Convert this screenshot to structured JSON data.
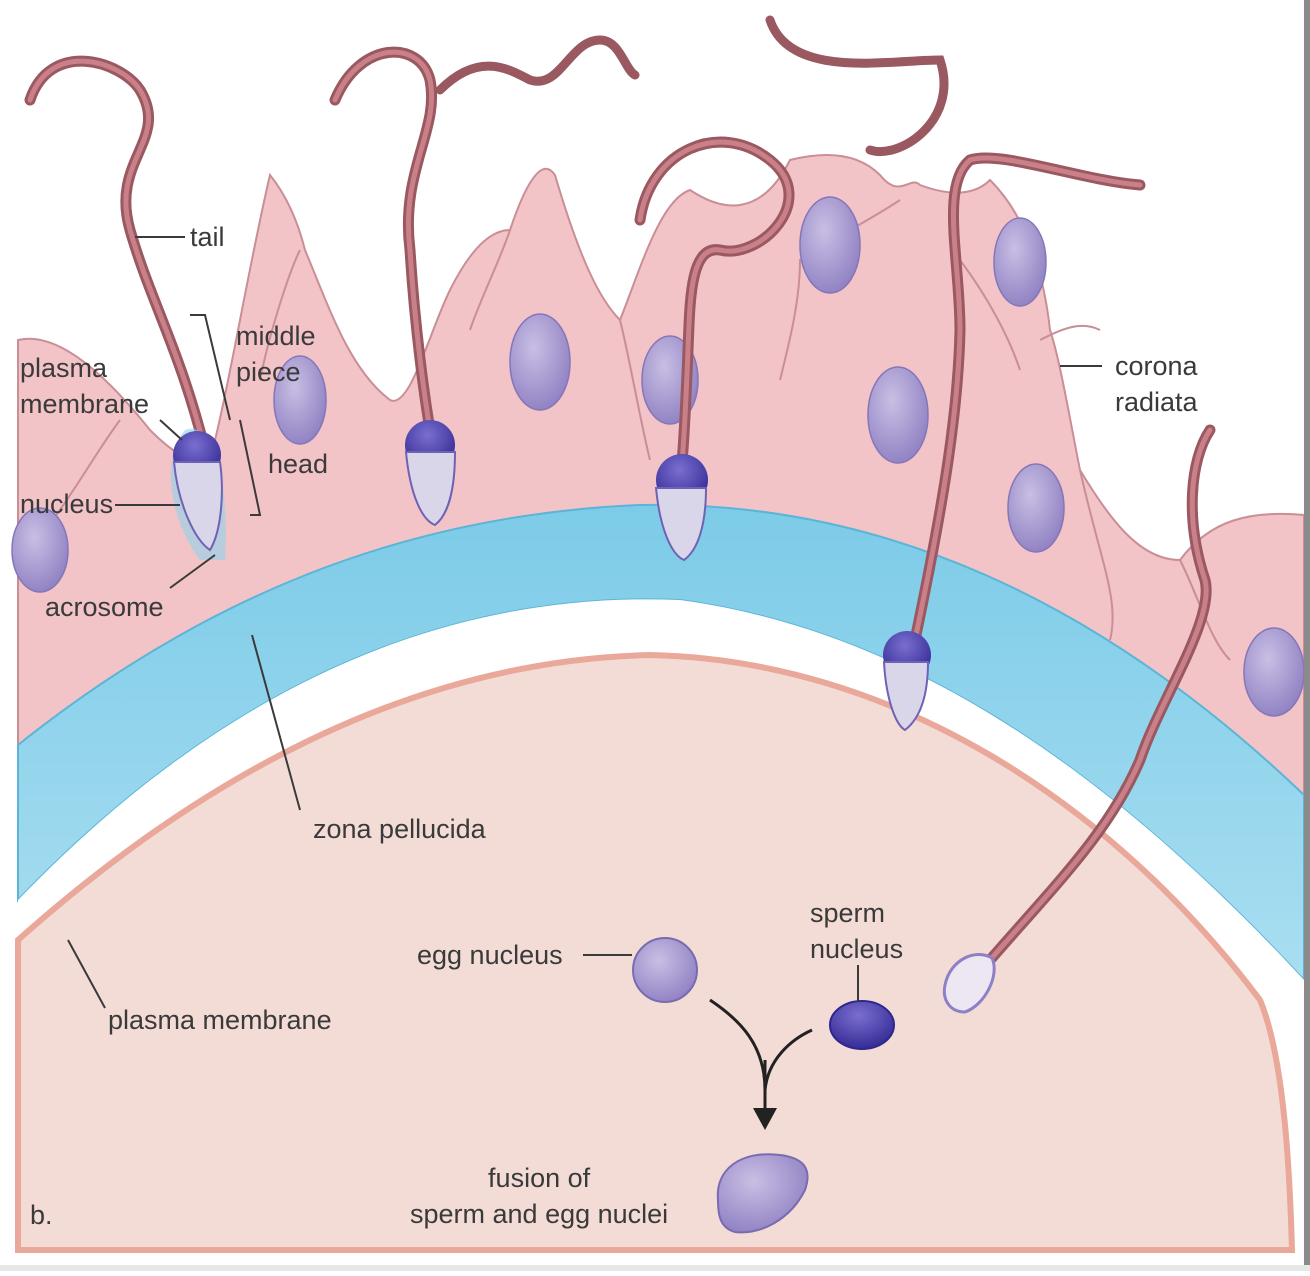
{
  "labels": {
    "tail": "tail",
    "middle_piece": "middle\npiece",
    "plasma_membrane_sperm": "plasma\nmembrane",
    "head": "head",
    "nucleus": "nucleus",
    "acrosome": "acrosome",
    "corona_radiata": "corona\nradiata",
    "zona_pellucida": "zona pellucida",
    "plasma_membrane_egg": "plasma membrane",
    "egg_nucleus": "egg nucleus",
    "sperm_nucleus": "sperm\nnucleus",
    "fusion": "fusion of\nsperm and egg nuclei",
    "panel": "b."
  },
  "colors": {
    "corona_cell": "#f2c3c7",
    "corona_outline": "#c98e96",
    "cell_nucleus": "#a99ccb",
    "zona_pellucida": "#8fd3ec",
    "egg_cytoplasm": "#f4dcd6",
    "egg_membrane": "#e9a899",
    "sperm_tail": "#b86a73",
    "sperm_head": "#4b3fa3",
    "acrosome": "#d9d6ea"
  }
}
